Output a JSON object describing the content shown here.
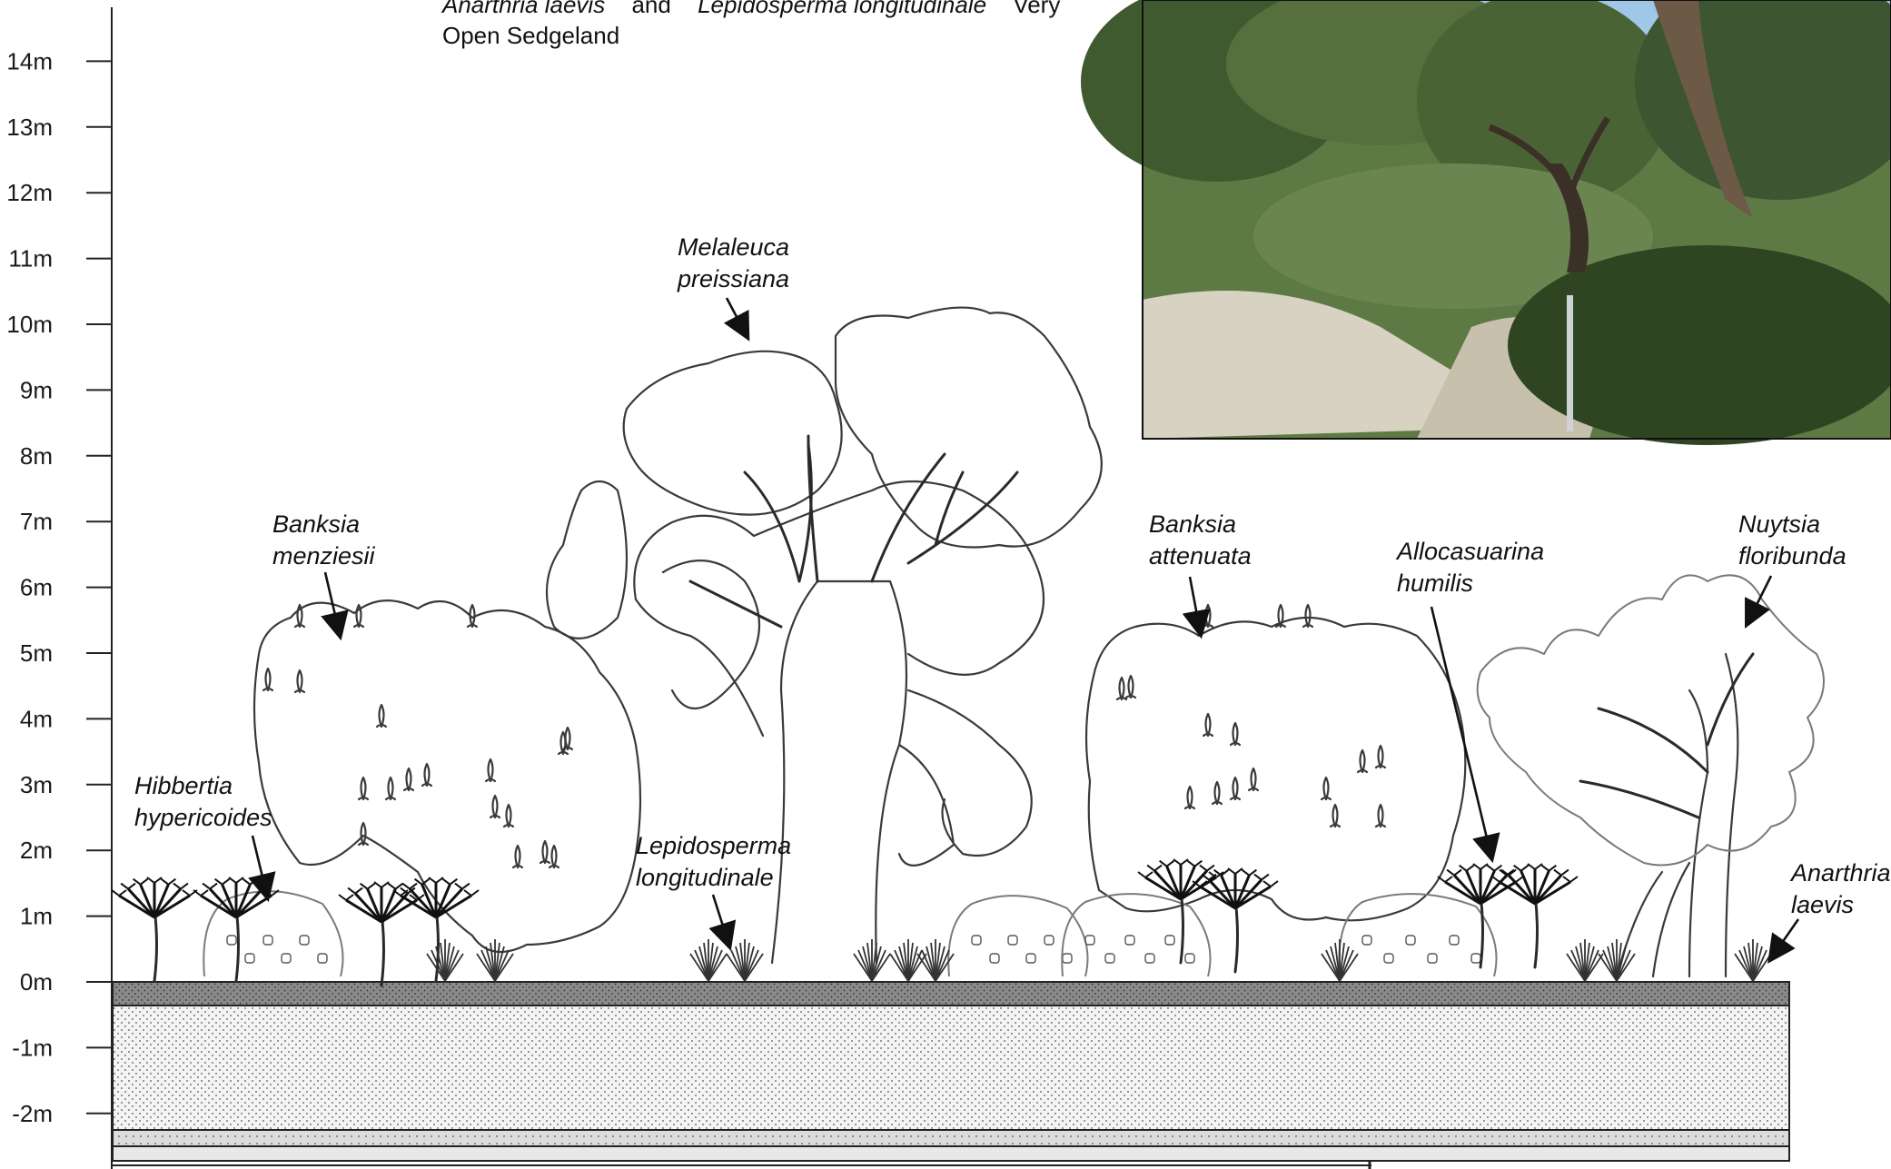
{
  "title": {
    "line1_italic_a": "Anarthria laevis",
    "line1_and": "and",
    "line1_italic_b": "Lepidosperma longitudinale",
    "line1_tail": "Very",
    "line2": "Open Sedgeland"
  },
  "axis": {
    "ticks": [
      "14m",
      "13m",
      "12m",
      "11m",
      "10m",
      "9m",
      "8m",
      "7m",
      "6m",
      "5m",
      "4m",
      "3m",
      "2m",
      "1m",
      "0m",
      "-1m",
      "-2m"
    ]
  },
  "species": {
    "melaleuca": [
      "Melaleuca",
      "preissiana"
    ],
    "banksia_menziesii": [
      "Banksia",
      "menziesii"
    ],
    "banksia_attenuata": [
      "Banksia",
      "attenuata"
    ],
    "allocasuarina": [
      "Allocasuarina",
      "humilis"
    ],
    "nuytsia": [
      "Nuytsia",
      "floribunda"
    ],
    "hibbertia": [
      "Hibbertia",
      "hypericoides"
    ],
    "lepidosperma": [
      "Lepidosperma",
      "longitudinale"
    ],
    "anarthria": [
      "Anarthria",
      "laevis"
    ]
  },
  "colors": {
    "soil_top": "#7b7b7b",
    "soil_main": "#efefef",
    "soil_bottom": "#dedede",
    "photo_sky": "#9fc6e8",
    "photo_foliage": "#4f6d37",
    "photo_sand": "#d9d4c6"
  },
  "photo": {
    "alt_icon": "site-photo-icon"
  }
}
